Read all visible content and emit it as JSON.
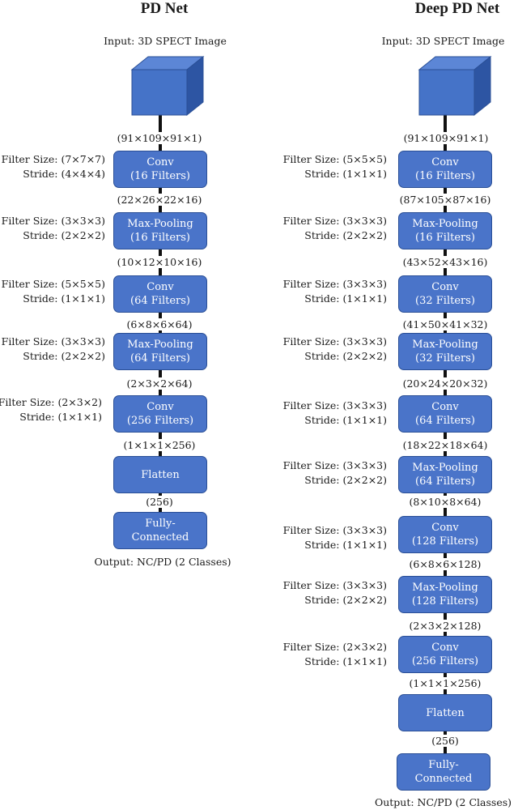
{
  "pd_net": {
    "title": "PD Net",
    "input": "Input: 3D SPECT Image",
    "output": "Output: NC/PD (2 Classes)",
    "dims": [
      "(91×109×91×1)",
      "(22×26×22×16)",
      "(10×12×10×16)",
      "(6×8×6×64)",
      "(2×3×2×64)",
      "(1×1×1×256)",
      "(256)"
    ],
    "layers": [
      {
        "line1": "Conv",
        "line2": "(16 Filters)",
        "filter": "Filter Size: (7×7×7)",
        "stride": "Stride: (4×4×4)"
      },
      {
        "line1": "Max-Pooling",
        "line2": "(16 Filters)",
        "filter": "Filter Size: (3×3×3)",
        "stride": "Stride: (2×2×2)"
      },
      {
        "line1": "Conv",
        "line2": "(64 Filters)",
        "filter": "Filter Size: (5×5×5)",
        "stride": "Stride: (1×1×1)"
      },
      {
        "line1": "Max-Pooling",
        "line2": "(64 Filters)",
        "filter": "Filter Size: (3×3×3)",
        "stride": "Stride: (2×2×2)"
      },
      {
        "line1": "Conv",
        "line2": "(256 Filters)",
        "filter": "Filter Size: (2×3×2)",
        "stride": "Stride: (1×1×1)"
      },
      {
        "line1": "Flatten",
        "line2": ""
      },
      {
        "line1": "Fully-",
        "line2": "Connected"
      }
    ]
  },
  "deep_pd_net": {
    "title": "Deep PD Net",
    "input": "Input: 3D SPECT Image",
    "output": "Output: NC/PD (2 Classes)",
    "dims": [
      "(91×109×91×1)",
      "(87×105×87×16)",
      "(43×52×43×16)",
      "(41×50×41×32)",
      "(20×24×20×32)",
      "(18×22×18×64)",
      "(8×10×8×64)",
      "(6×8×6×128)",
      "(2×3×2×128)",
      "(1×1×1×256)",
      "(256)"
    ],
    "layers": [
      {
        "line1": "Conv",
        "line2": "(16 Filters)",
        "filter": "Filter Size: (5×5×5)",
        "stride": "Stride: (1×1×1)"
      },
      {
        "line1": "Max-Pooling",
        "line2": "(16 Filters)",
        "filter": "Filter Size: (3×3×3)",
        "stride": "Stride: (2×2×2)"
      },
      {
        "line1": "Conv",
        "line2": "(32 Filters)",
        "filter": "Filter Size: (3×3×3)",
        "stride": "Stride: (1×1×1)"
      },
      {
        "line1": "Max-Pooling",
        "line2": "(32 Filters)",
        "filter": "Filter Size: (3×3×3)",
        "stride": "Stride: (2×2×2)"
      },
      {
        "line1": "Conv",
        "line2": "(64 Filters)",
        "filter": "Filter Size: (3×3×3)",
        "stride": "Stride: (1×1×1)"
      },
      {
        "line1": "Max-Pooling",
        "line2": "(64 Filters)",
        "filter": "Filter Size: (3×3×3)",
        "stride": "Stride: (2×2×2)"
      },
      {
        "line1": "Conv",
        "line2": "(128 Filters)",
        "filter": "Filter Size: (3×3×3)",
        "stride": "Stride: (1×1×1)"
      },
      {
        "line1": "Max-Pooling",
        "line2": "(128 Filters)",
        "filter": "Filter Size: (3×3×3)",
        "stride": "Stride: (2×2×2)"
      },
      {
        "line1": "Conv",
        "line2": "(256 Filters)",
        "filter": "Filter Size: (2×3×2)",
        "stride": "Stride: (1×1×1)"
      },
      {
        "line1": "Flatten",
        "line2": ""
      },
      {
        "line1": "Fully-",
        "line2": "Connected"
      }
    ]
  },
  "colors": {
    "layer_fill": "#4a74c9",
    "cube_front": "#4573c8",
    "cube_side": "#2d55a3",
    "cube_top": "#5c86d6"
  }
}
